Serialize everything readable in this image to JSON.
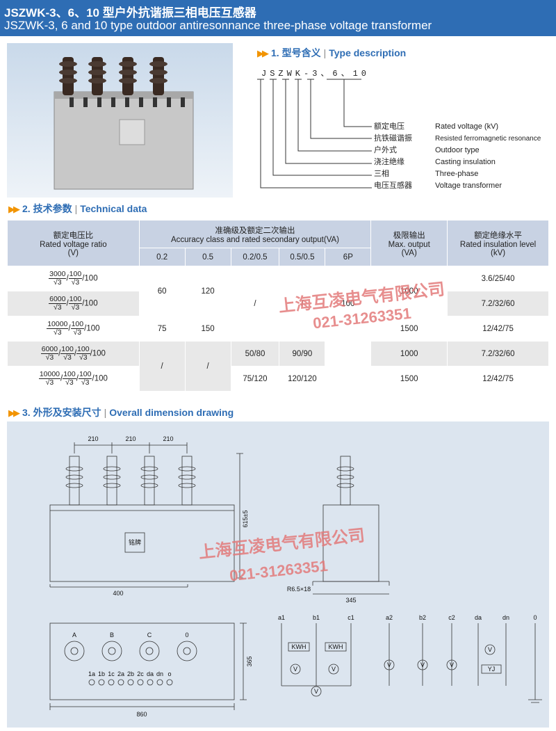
{
  "header": {
    "title_cn": "JSZWK-3、6、10 型户外抗谐振三相电压互感器",
    "title_en": "JSZWK-3, 6 and 10 type outdoor antiresonnance three-phase voltage transformer"
  },
  "sections": {
    "s1": {
      "num": "1.",
      "cn": "型号含义",
      "en": "Type description"
    },
    "s2": {
      "num": "2.",
      "cn": "技术参数",
      "en": "Technical data"
    },
    "s3": {
      "num": "3.",
      "cn": "外形及安装尺寸",
      "en": "Overall dimension drawing"
    }
  },
  "type_code": "JSZWK-3、6、10",
  "type_items": [
    {
      "cn": "额定电压",
      "en": "Rated voltage (kV)"
    },
    {
      "cn": "抗铁磁谐振",
      "en": "Resisted ferromagnetic resonance"
    },
    {
      "cn": "户外式",
      "en": "Outdoor type"
    },
    {
      "cn": "浇注绝缘",
      "en": "Casting insulation"
    },
    {
      "cn": "三相",
      "en": "Three-phase"
    },
    {
      "cn": "电压互感器",
      "en": "Voltage transformer"
    }
  ],
  "table": {
    "h_ratio_cn": "额定电压比",
    "h_ratio_en": "Rated voltage ratio",
    "h_ratio_unit": "(V)",
    "h_acc_cn": "准确级及额定二次输出",
    "h_acc_en": "Accuracy class and rated secondary output(VA)",
    "h_max_cn": "极限输出",
    "h_max_en": "Max. output",
    "h_max_unit": "(VA)",
    "h_ins_cn": "额定绝缘水平",
    "h_ins_en": "Rated insulation level",
    "h_ins_unit": "(kV)",
    "classes": [
      "0.2",
      "0.5",
      "0.2/0.5",
      "0.5/0.5",
      "6P"
    ],
    "sqrt3": "√3",
    "r1": {
      "a": "3000",
      "b": "100",
      "c": "100",
      "ins": "3.6/25/40"
    },
    "r2": {
      "a": "6000",
      "b": "100",
      "c": "100",
      "ins": "7.2/32/60"
    },
    "r12_c02": "60",
    "r12_c05": "120",
    "r12_max": "1000",
    "r3": {
      "a": "10000",
      "b": "100",
      "c": "100",
      "c02": "75",
      "c05": "150",
      "max": "1500",
      "ins": "12/42/75"
    },
    "r123_c0205": "/",
    "r123_c0505": "/",
    "c6p": "100",
    "r4": {
      "a": "6000",
      "b": "100",
      "c": "100",
      "d": "100",
      "c0205": "50/80",
      "c0505": "90/90",
      "max": "1000",
      "ins": "7.2/32/60"
    },
    "r5": {
      "a": "10000",
      "b": "100",
      "c": "100",
      "d": "100",
      "c0205": "75/120",
      "c0505": "120/120",
      "max": "1500",
      "ins": "12/42/75"
    },
    "r45_c02": "/",
    "r45_c05": "/"
  },
  "drawing": {
    "dim_210": "210",
    "dim_615": "615±5",
    "dim_400": "400",
    "dim_hole": "R6.5×18",
    "dim_345": "345",
    "dim_365": "365",
    "dim_860": "860",
    "nameplate": "铭牌",
    "bushings_top": [
      "A",
      "B",
      "C",
      "0"
    ],
    "terminals": [
      "1a",
      "1b",
      "1c",
      "2a",
      "2b",
      "2c",
      "da",
      "dn",
      "o"
    ],
    "circuit1_terms": [
      "a1",
      "b1",
      "c1"
    ],
    "circuit2_terms": [
      "a2",
      "b2",
      "c2",
      "da",
      "dn",
      "0"
    ],
    "kwh": "KWH",
    "v": "V",
    "yj": "YJ"
  },
  "watermark": {
    "company": "上海互凌电气有限公司",
    "phone": "021-31263351"
  }
}
